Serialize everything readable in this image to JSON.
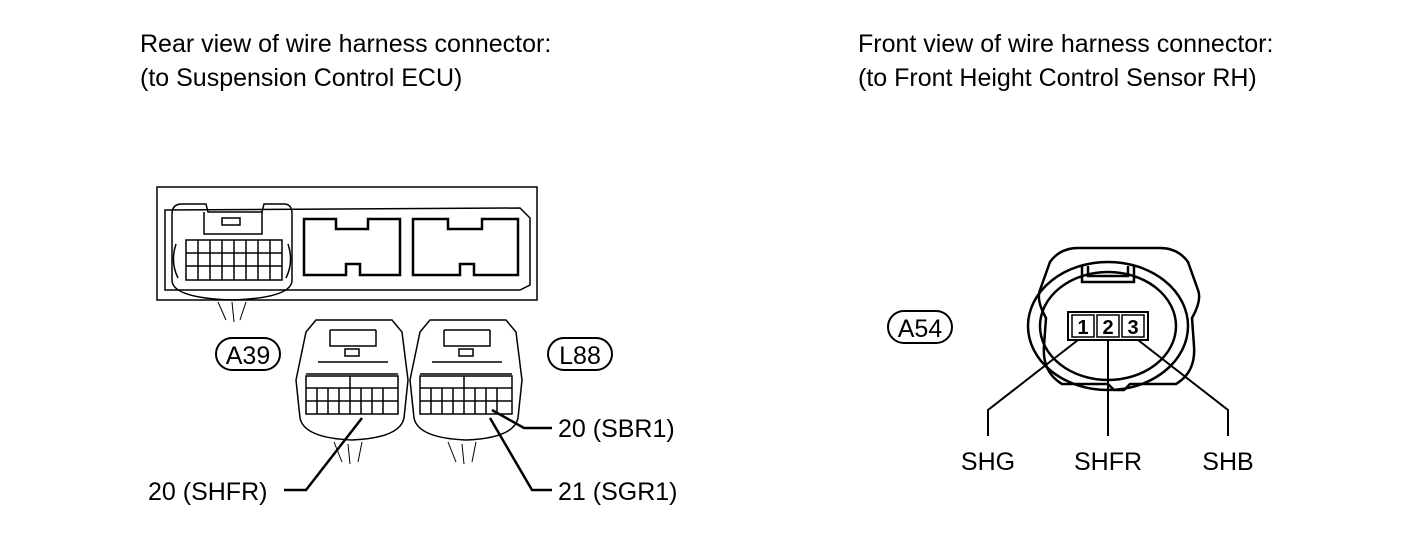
{
  "left_panel": {
    "title_line1": "Rear view of wire harness connector:",
    "title_line2": "(to Suspension Control ECU)",
    "connectors": [
      "A39",
      "L88"
    ],
    "callouts": [
      {
        "label": "20 (SHFR)"
      },
      {
        "label": "20 (SBR1)"
      },
      {
        "label": "21 (SGR1)"
      }
    ]
  },
  "right_panel": {
    "title_line1": "Front view of wire harness connector:",
    "title_line2": "(to Front Height Control Sensor RH)",
    "connector": "A54",
    "pins": [
      "1",
      "2",
      "3"
    ],
    "pin_labels": [
      "SHG",
      "SHFR",
      "SHB"
    ]
  }
}
